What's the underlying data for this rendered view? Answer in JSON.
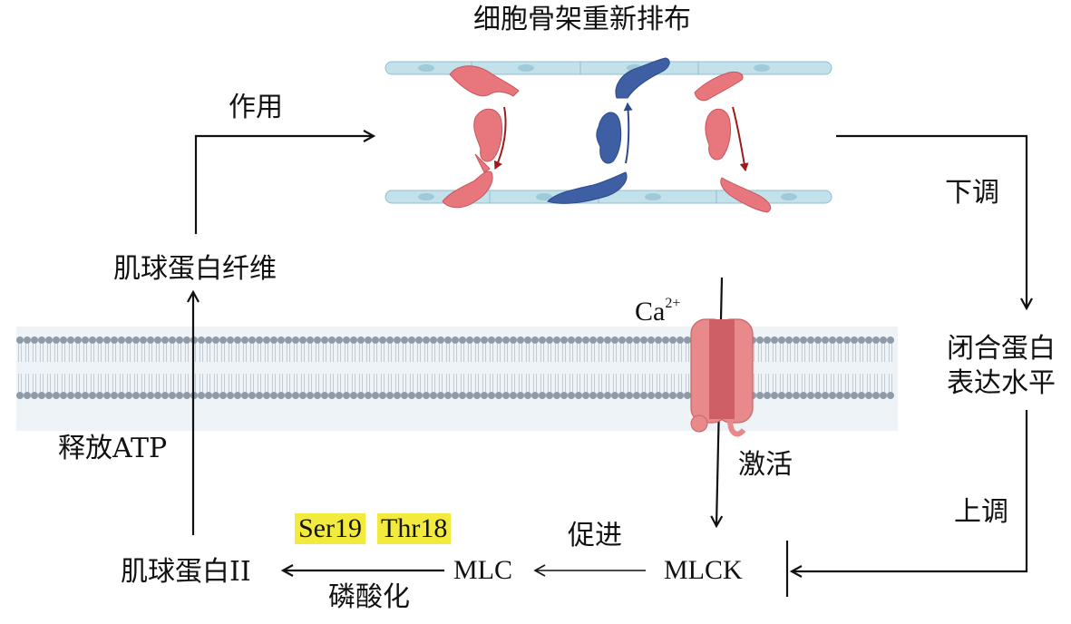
{
  "labels": {
    "cytoskeleton": "细胞骨架重新排布",
    "action": "作用",
    "downregulate": "下调",
    "myofibril": "肌球蛋白纤维",
    "ca": "Ca",
    "ca_sup": "2+",
    "tight_junction_line1": "闭合蛋白",
    "tight_junction_line2": "表达水平",
    "release_atp": "释放ATP",
    "activate": "激活",
    "upregulate": "上调",
    "ser19": "Ser19",
    "thr18": "Thr18",
    "promote": "促进",
    "myosin_ii": "肌球蛋白II",
    "mlc": "MLC",
    "mlck": "MLCK",
    "phosphorylation": "磷酸化"
  },
  "colors": {
    "endothelial": "#c3e1ea",
    "endothelial_stroke": "#8fc0cf",
    "red_cell": "#e8777d",
    "blue_cell": "#3f5fa5",
    "membrane_head": "#8e9aa8",
    "membrane_bg": "#eef3f8",
    "channel": "#e88a8c",
    "highlight": "#f2ea3c"
  }
}
